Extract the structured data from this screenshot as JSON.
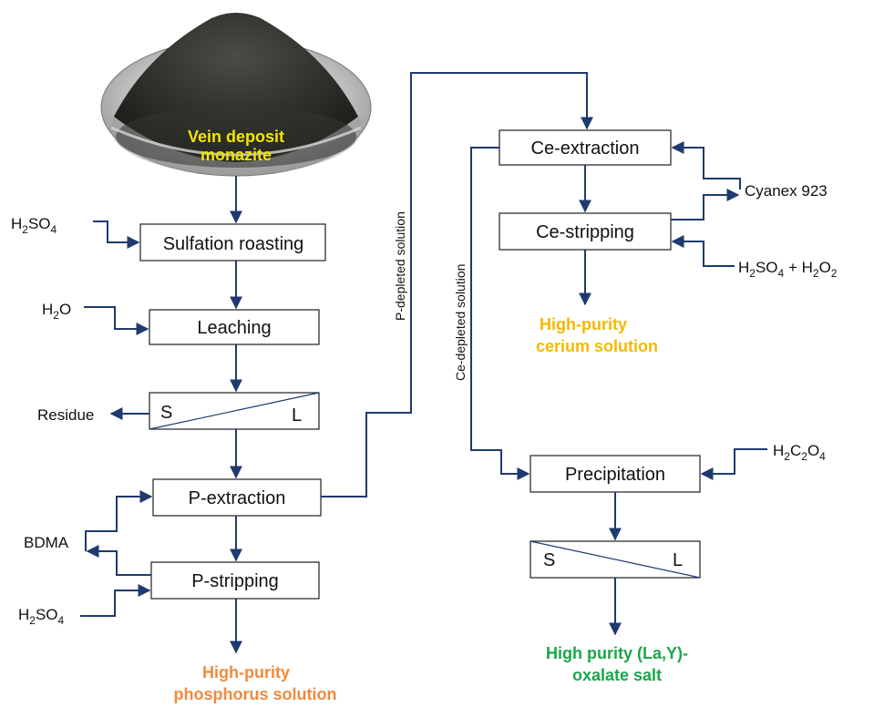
{
  "photo": {
    "label_line1": "Vein deposit",
    "label_line2": "monazite",
    "label_color": "#f2e600"
  },
  "boxes": {
    "sulfation": "Sulfation roasting",
    "leaching": "Leaching",
    "p_extraction": "P-extraction",
    "p_stripping": "P-stripping",
    "ce_extraction": "Ce-extraction",
    "ce_stripping": "Ce-stripping",
    "precipitation": "Precipitation"
  },
  "separators": {
    "solid": "S",
    "liquid": "L"
  },
  "inputs": {
    "residue": "Residue",
    "bdma": "BDMA",
    "cyanex": "Cyanex 923"
  },
  "streams": {
    "p_depleted": "P-depleted solution",
    "ce_depleted": "Ce-depleted solution"
  },
  "products": {
    "phosphorus_line1": "High-purity",
    "phosphorus_line2": "phosphorus solution",
    "phosphorus_color": "#f08a3c",
    "cerium_line1": "High-purity",
    "cerium_line2": "cerium solution",
    "cerium_color": "#f5b800",
    "oxalate_line1": "High purity (La,Y)-",
    "oxalate_line2": "oxalate salt",
    "oxalate_color": "#1aa64a"
  },
  "colors": {
    "arrow": "#1f3a6e"
  }
}
